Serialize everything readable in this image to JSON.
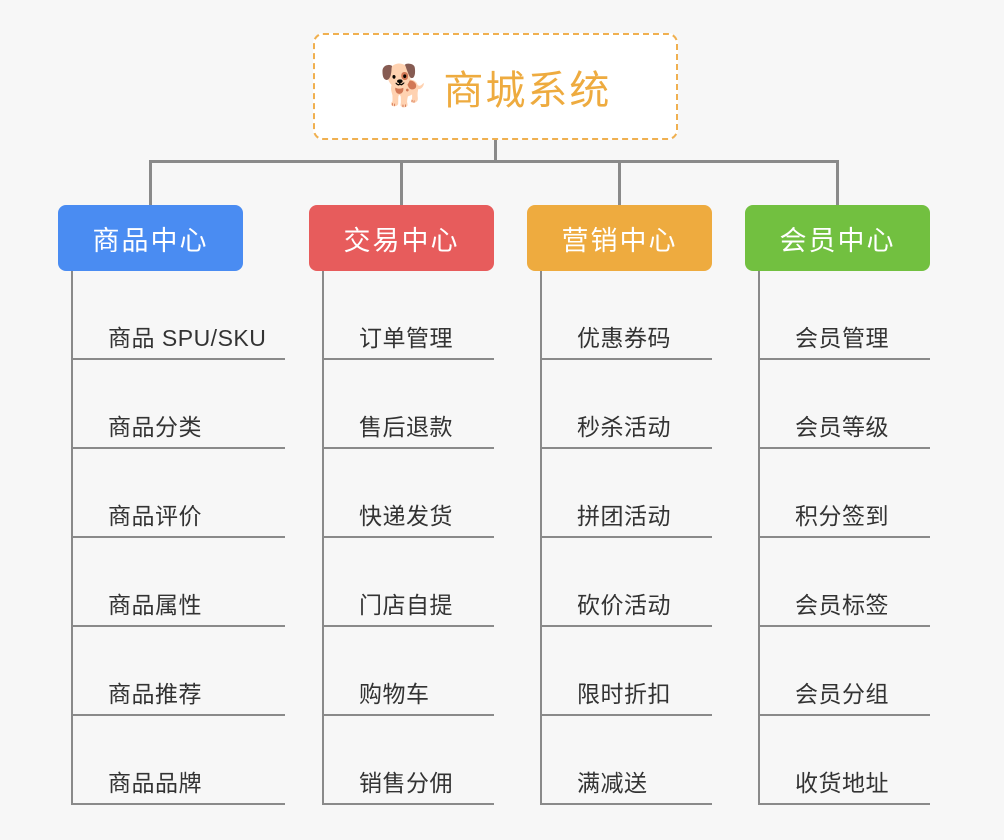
{
  "root": {
    "icon": "dog-face-emoji",
    "icon_glyph": "🐕",
    "title": "商城系统",
    "title_color": "#eeab3f",
    "border_color": "#f0b050",
    "background": "#ffffff"
  },
  "canvas": {
    "background": "#f7f7f7",
    "connector_color": "#8a8a8a"
  },
  "branches": [
    {
      "label": "商品中心",
      "color": "#4a8cf2",
      "items": [
        "商品 SPU/SKU",
        "商品分类",
        "商品评价",
        "商品属性",
        "商品推荐",
        "商品品牌"
      ]
    },
    {
      "label": "交易中心",
      "color": "#e75c5c",
      "items": [
        "订单管理",
        "售后退款",
        "快递发货",
        "门店自提",
        "购物车",
        "销售分佣"
      ]
    },
    {
      "label": "营销中心",
      "color": "#eeab3f",
      "items": [
        "优惠券码",
        "秒杀活动",
        "拼团活动",
        "砍价活动",
        "限时折扣",
        "满减送"
      ]
    },
    {
      "label": "会员中心",
      "color": "#72c040",
      "items": [
        "会员管理",
        "会员等级",
        "积分签到",
        "会员标签",
        "会员分组",
        "收货地址"
      ]
    }
  ]
}
